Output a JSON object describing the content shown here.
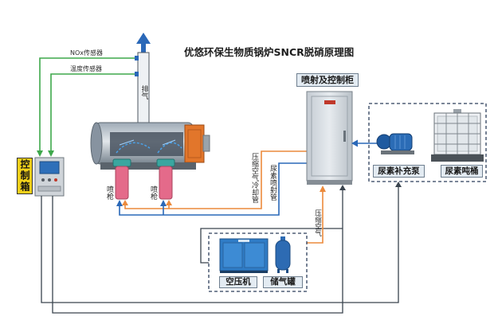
{
  "title": "优悠环保生物质锅炉SNCR脱硝原理图",
  "sensors": {
    "nox_label": "NOx传感器",
    "temperature_label": "温度传感器"
  },
  "chimney": {
    "label": "排气"
  },
  "control_box": {
    "label": "控制箱"
  },
  "boiler": {
    "gun_left_label": "喷枪",
    "gun_right_label": "喷枪"
  },
  "pipes": {
    "air_cooling_label": "压缩空气冷却管",
    "urea_injection_label": "尿素喷射管",
    "compressed_air_label": "压缩空气"
  },
  "cabinet": {
    "label": "喷射及控制柜"
  },
  "urea_supply": {
    "pump_label": "尿素补充泵",
    "tote_label": "尿素吨桶"
  },
  "air_supply": {
    "compressor_label": "空压机",
    "tank_label": "储气罐"
  },
  "colors": {
    "sensor_line": "#3ea84b",
    "urea_line": "#2a68b8",
    "air_line": "#ec8a3c",
    "signal_line": "#3a444e"
  }
}
